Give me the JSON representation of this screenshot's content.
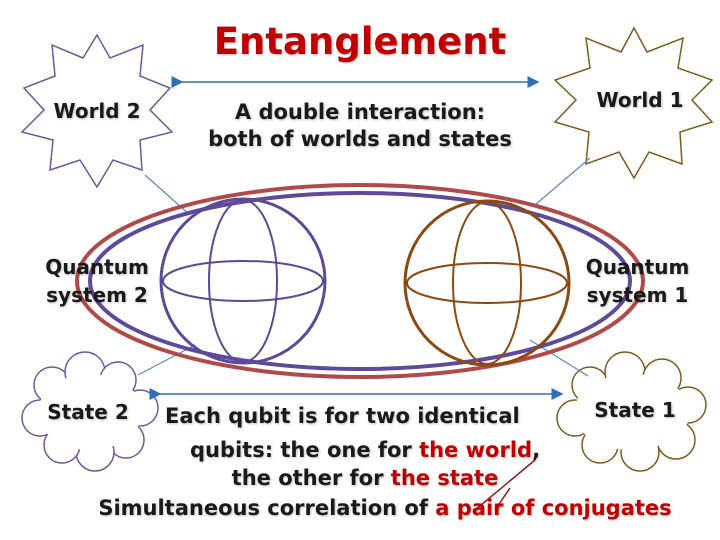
{
  "colors": {
    "title": "#c00000",
    "text": "#1a1a1a",
    "accent_red": "#c00000",
    "arrow_blue": "#2f6fb5",
    "star_purple": "#6b5a9e",
    "star_brown": "#7a5c1e",
    "ellipse_red": "#b04a4a",
    "ellipse_purple": "#5e4a9a",
    "sphere_purple": "#5b4a96",
    "sphere_brown": "#8a4a12"
  },
  "diagram": {
    "title": "Entanglement",
    "subtitle_line1": "A double interaction:",
    "subtitle_line2": "both of worlds and states",
    "world2": "World 2",
    "world1": "World 1",
    "quantum_system2_line1": "Quantum",
    "quantum_system2_line2": "system 2",
    "quantum_system1_line1": "Quantum",
    "quantum_system1_line2": "system 1",
    "state2": "State 2",
    "state1": "State 1",
    "caption": {
      "line1": "Each qubit is for two identical",
      "line2_pre": "qubits: the one for ",
      "line2_red": "the world",
      "line2_post": ",",
      "line3_pre": "the other for ",
      "line3_red": "the state",
      "line4_pre": "Simultaneous correlation of ",
      "line4_red": "a pair of conjugates"
    }
  }
}
